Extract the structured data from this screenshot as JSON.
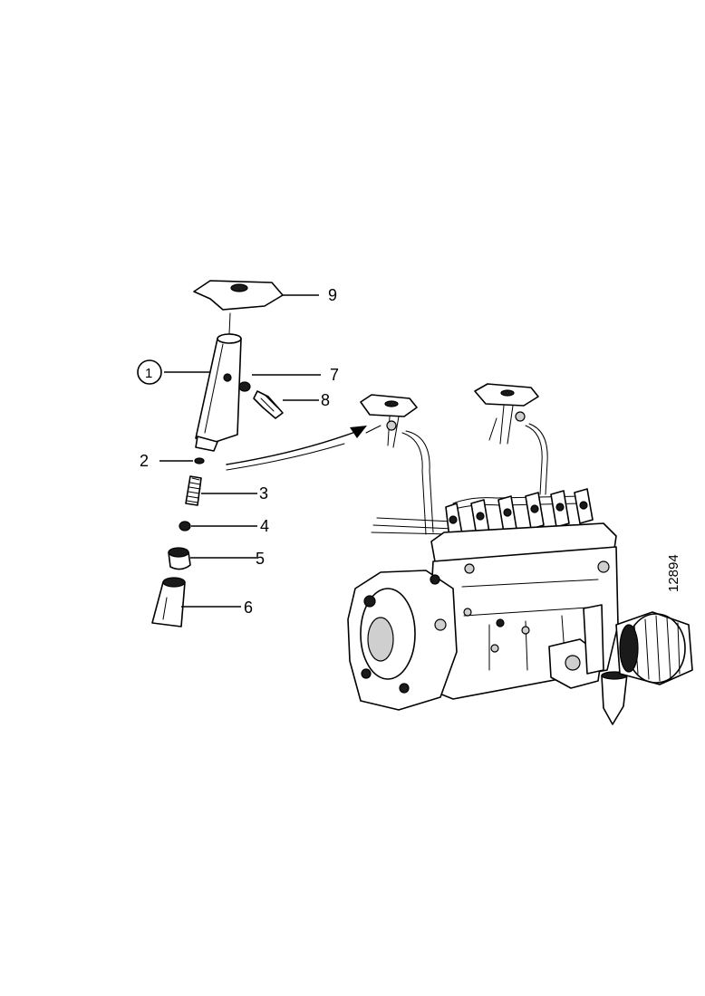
{
  "diagram": {
    "reference_number": "12894",
    "callouts": [
      {
        "id": "part-1",
        "label": "1",
        "circled": true
      },
      {
        "id": "part-2",
        "label": "2"
      },
      {
        "id": "part-3",
        "label": "3"
      },
      {
        "id": "part-4",
        "label": "4"
      },
      {
        "id": "part-5",
        "label": "5"
      },
      {
        "id": "part-6",
        "label": "6"
      },
      {
        "id": "part-7",
        "label": "7"
      },
      {
        "id": "part-8",
        "label": "8"
      },
      {
        "id": "part-9",
        "label": "9"
      }
    ]
  },
  "colors": {
    "ink": "#000000",
    "paper": "#ffffff"
  }
}
